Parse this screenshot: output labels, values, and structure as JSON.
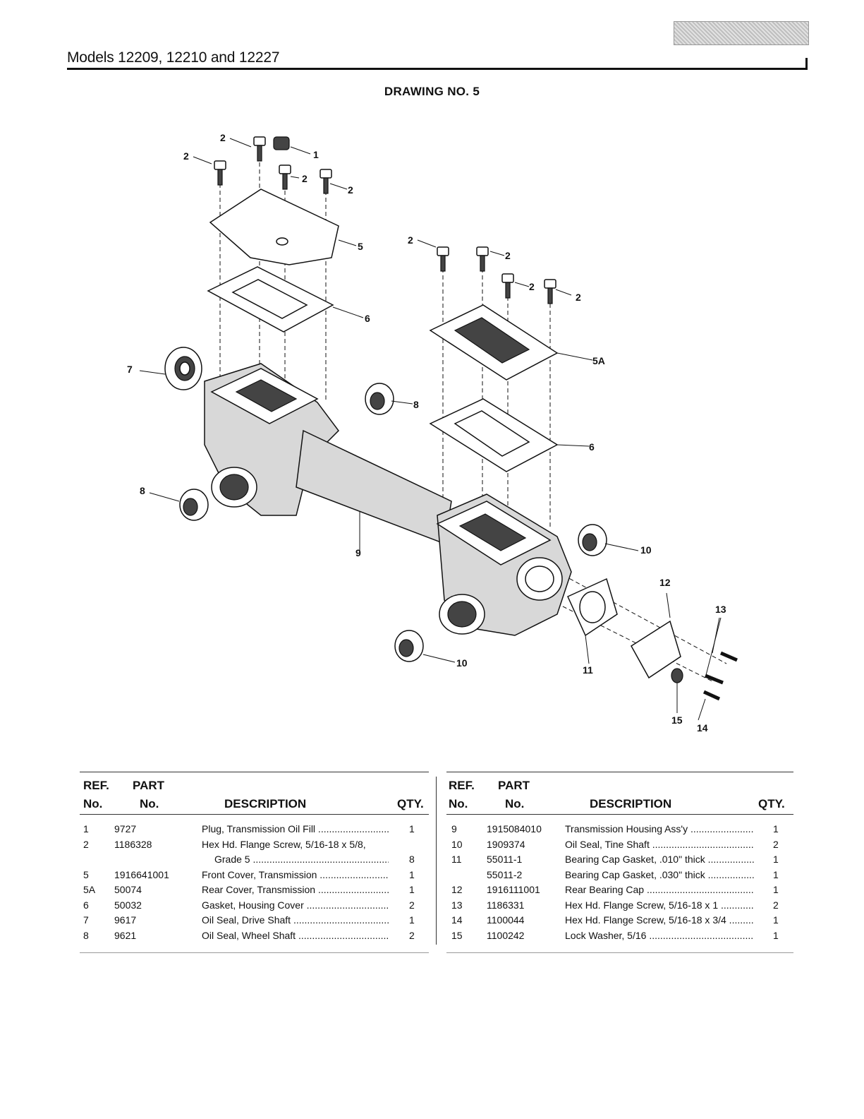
{
  "header": {
    "models": "Models 12209, 12210 and 12227",
    "drawing_title": "DRAWING NO. 5"
  },
  "callouts": [
    "1",
    "2",
    "5",
    "5A",
    "6",
    "7",
    "8",
    "9",
    "10",
    "11",
    "12",
    "13",
    "14",
    "15"
  ],
  "table": {
    "headers": {
      "ref_top": "REF.",
      "ref_bottom": "No.",
      "part_top": "PART",
      "part_bottom": "No.",
      "description": "DESCRIPTION",
      "qty": "QTY."
    },
    "left_rows": [
      {
        "ref": "1",
        "part": "9727",
        "desc": "Plug, Transmission Oil Fill",
        "qty": "1"
      },
      {
        "ref": "2",
        "part": "1186328",
        "desc": "Hex Hd. Flange Screw, 5/16-18 x 5/8,",
        "qty": "",
        "nodots": true
      },
      {
        "ref": "",
        "part": "",
        "desc": "Grade 5",
        "qty": "8",
        "indent": true
      },
      {
        "ref": "5",
        "part": "1916641001",
        "desc": "Front Cover, Transmission",
        "qty": "1"
      },
      {
        "ref": "5A",
        "part": "50074",
        "desc": "Rear Cover, Transmission",
        "qty": "1"
      },
      {
        "ref": "6",
        "part": "50032",
        "desc": "Gasket, Housing Cover",
        "qty": "2"
      },
      {
        "ref": "7",
        "part": "9617",
        "desc": "Oil Seal, Drive Shaft",
        "qty": "1"
      },
      {
        "ref": "8",
        "part": "9621",
        "desc": "Oil Seal, Wheel Shaft",
        "qty": "2"
      }
    ],
    "right_rows": [
      {
        "ref": "9",
        "part": "1915084010",
        "desc": "Transmission Housing Ass'y",
        "qty": "1"
      },
      {
        "ref": "10",
        "part": "1909374",
        "desc": "Oil Seal, Tine Shaft",
        "qty": "2"
      },
      {
        "ref": "11",
        "part": "55011-1",
        "desc": "Bearing Cap Gasket, .010\" thick",
        "qty": "1"
      },
      {
        "ref": "",
        "part": "55011-2",
        "desc": "Bearing Cap Gasket, .030\" thick",
        "qty": "1"
      },
      {
        "ref": "12",
        "part": "1916111001",
        "desc": "Rear Bearing Cap",
        "qty": "1"
      },
      {
        "ref": "13",
        "part": "1186331",
        "desc": "Hex Hd. Flange Screw, 5/16-18 x 1",
        "qty": "2"
      },
      {
        "ref": "14",
        "part": "1100044",
        "desc": "Hex Hd. Flange Screw, 5/16-18 x 3/4",
        "qty": "1"
      },
      {
        "ref": "15",
        "part": "1100242",
        "desc": "Lock Washer, 5/16",
        "qty": "1"
      }
    ]
  }
}
